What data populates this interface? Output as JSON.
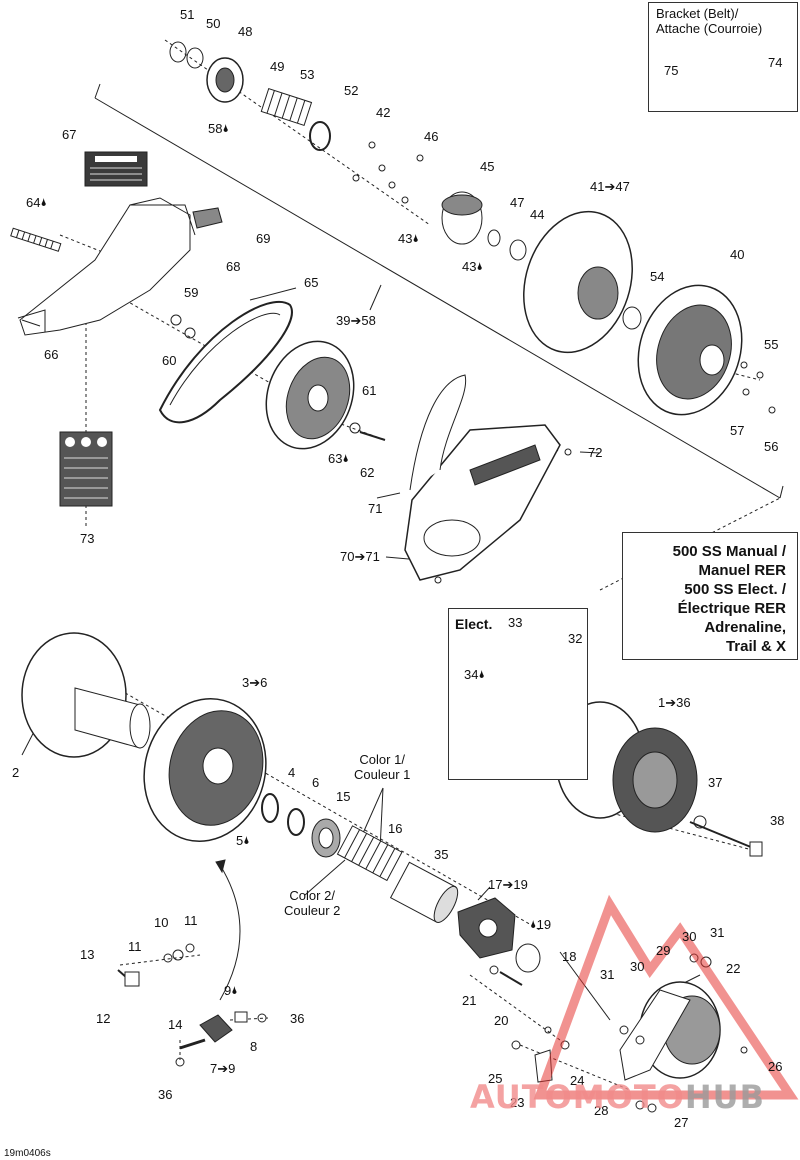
{
  "diagram": {
    "figure_code": "19m0406s",
    "drop_symbol": "🌢",
    "bracket": {
      "title_line1": "Bracket (Belt)/",
      "title_line2": "Attache (Courroie)"
    },
    "models": {
      "line1": "500 SS Manual /",
      "line2": "Manuel RER",
      "line3": "500 SS Elect. /",
      "line4": "Électrique RER",
      "line5": "Adrenaline,",
      "line6": "Trail & X"
    },
    "elect_title": "Elect.",
    "color1": {
      "line1": "Color 1/",
      "line2": "Couleur 1"
    },
    "color2": {
      "line1": "Color 2/",
      "line2": "Couleur 2"
    },
    "callouts": {
      "c51": "51",
      "c50": "50",
      "c48": "48",
      "c49": "49",
      "c53": "53",
      "c52": "52",
      "c58": "58",
      "c42": "42",
      "c46": "46",
      "c67": "67",
      "c64": "64",
      "c45": "45",
      "c47": "47",
      "c44": "44",
      "c43a": "43",
      "c43b": "43",
      "c69": "69",
      "c68": "68",
      "c41_47": "41➔47",
      "c40": "40",
      "c65": "65",
      "c59": "59",
      "c54": "54",
      "c39_58": "39➔58",
      "c66": "66",
      "c60": "60",
      "c55": "55",
      "c61": "61",
      "c57": "57",
      "c56": "56",
      "c72": "72",
      "c63": "63",
      "c62": "62",
      "c71": "71",
      "c73": "73",
      "c70_71": "70➔71",
      "c75": "75",
      "c74": "74",
      "c33": "33",
      "c32": "32",
      "c34": "34",
      "c3_6": "3➔6",
      "c1_36": "1➔36",
      "c2": "2",
      "c4": "4",
      "c6": "6",
      "c15": "15",
      "c37": "37",
      "c16": "16",
      "c5": "5",
      "c38": "38",
      "c35": "35",
      "c17_19": "17➔19",
      "c19": "19",
      "c10": "10",
      "c11a": "11",
      "c11b": "11",
      "c13": "13",
      "c18": "18",
      "c29": "29",
      "c30a": "30",
      "c31a": "31",
      "c22": "22",
      "c31b": "31",
      "c30b": "30",
      "c12": "12",
      "c9": "9",
      "c21": "21",
      "c36a": "36",
      "c20": "20",
      "c14": "14",
      "c8": "8",
      "c7_9": "7➔9",
      "c25": "25",
      "c24": "24",
      "c26": "26",
      "c36b": "36",
      "c23": "23",
      "c28": "28",
      "c27": "27"
    },
    "watermark": {
      "part_a": "AUTOMOTO",
      "part_b": "HUB"
    },
    "colors": {
      "watermark_red": "#e53935",
      "line": "#222222",
      "fill_dark": "#3a3a3a",
      "fill_mid": "#bdbdbd"
    }
  }
}
